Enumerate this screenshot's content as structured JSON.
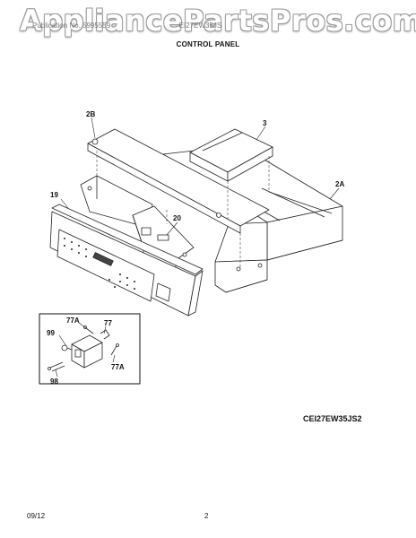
{
  "watermark": "AppliancePartsPros.com",
  "header": {
    "publication": "Publication No. 5995559",
    "model_prefix": "EI27EW35JS"
  },
  "title": "CONTROL PANEL",
  "callouts": {
    "c2B": "2B",
    "c3": "3",
    "c19": "19",
    "c20": "20",
    "c2A": "2A",
    "c77A_top": "77A",
    "c77": "77",
    "c99": "99",
    "c77A_bottom": "77A",
    "c98": "98"
  },
  "model_code": "CEI27EW35JS2",
  "footer": {
    "date": "09/12",
    "page": "2"
  }
}
